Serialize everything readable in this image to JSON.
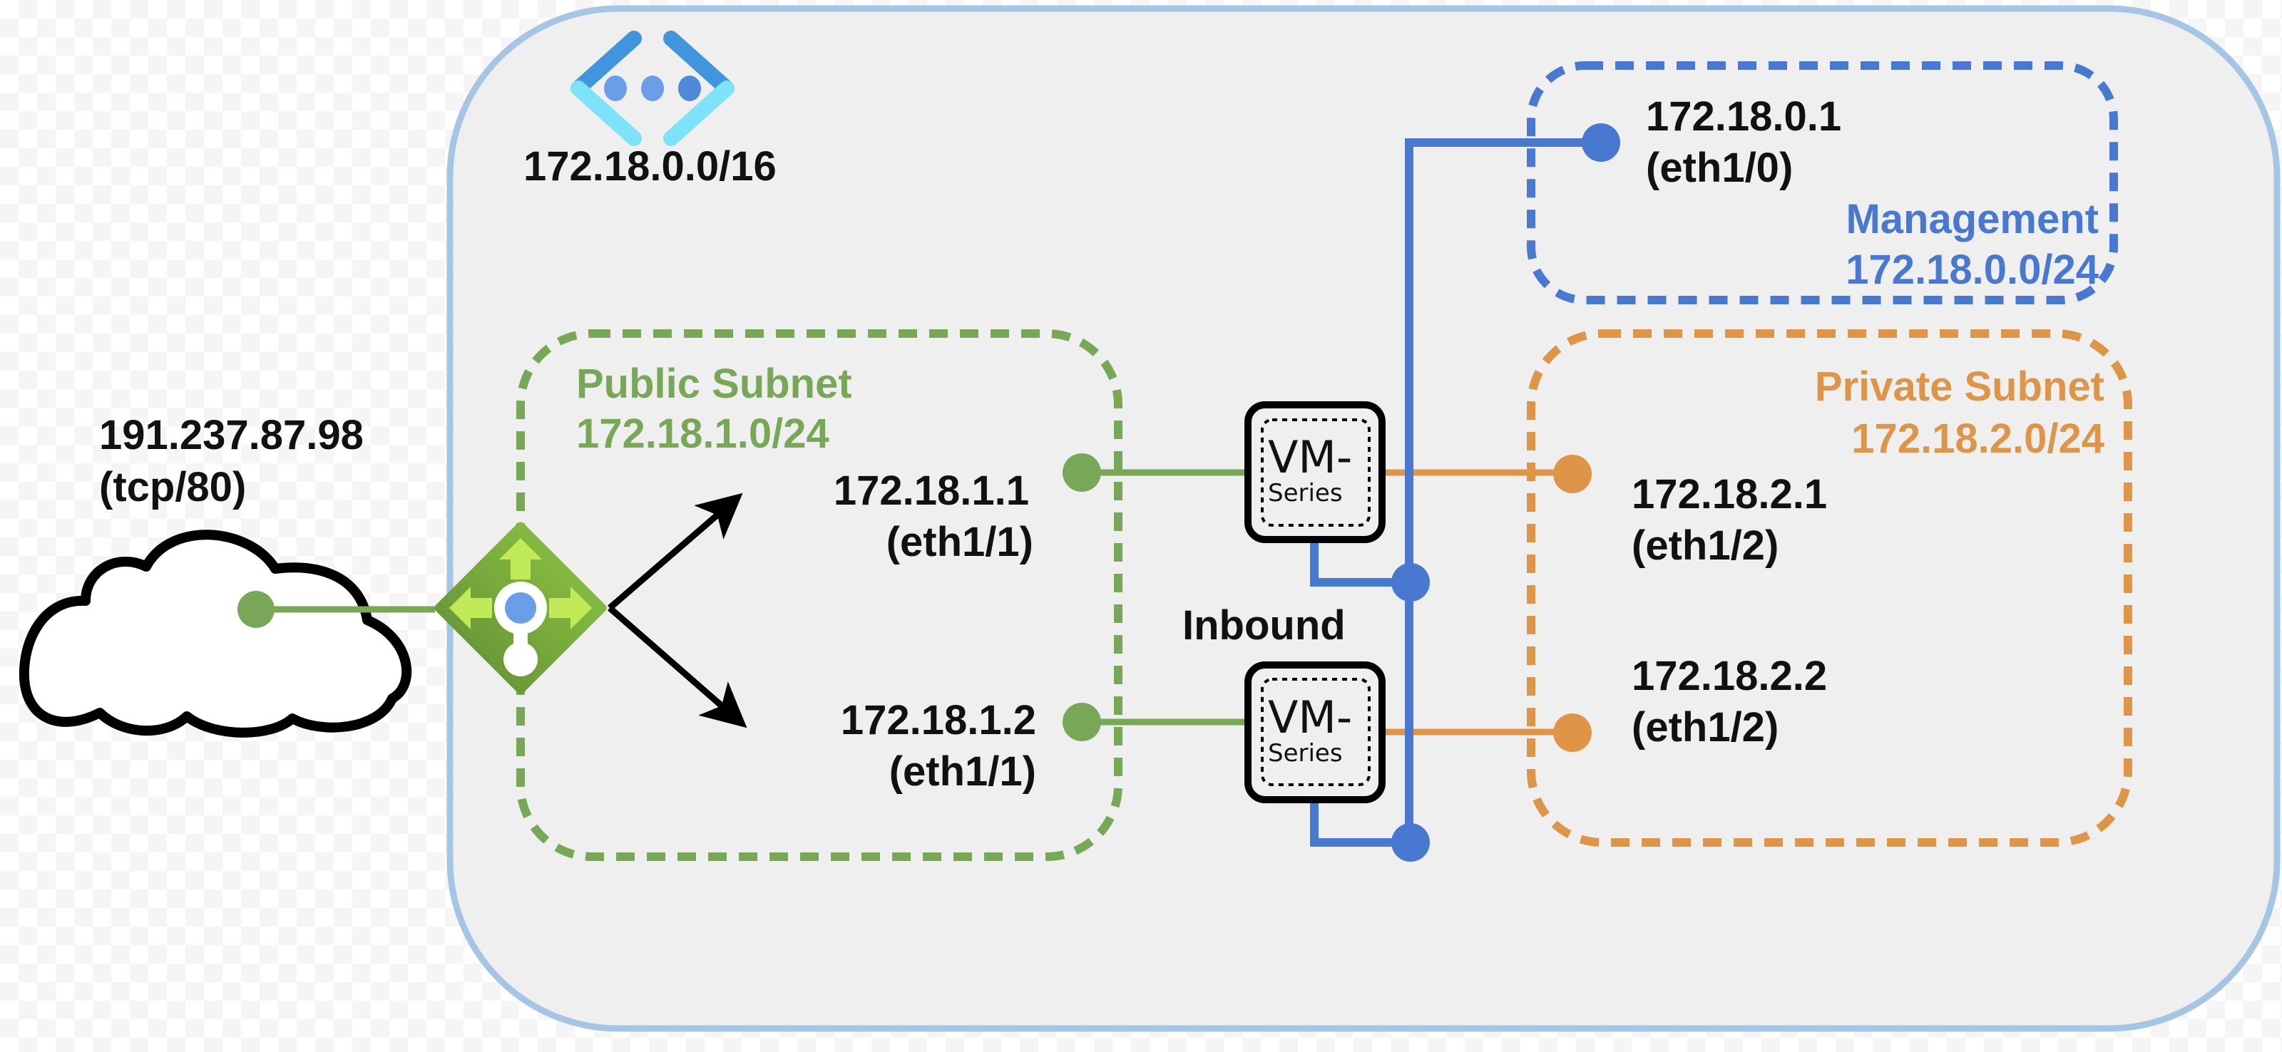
{
  "colors": {
    "vnet_border": "#a6c5e4",
    "vnet_fill": "#efefef",
    "public": "#78a857",
    "private": "#df9548",
    "management": "#4878d0",
    "text": "#111111",
    "lb_dark": "#78a840",
    "lb_light": "#c0ea58",
    "icon_dark": "#4195dc",
    "icon_light": "#7ee3f9",
    "icon_dots": "#6a9ee6"
  },
  "vnet": {
    "icon": "virtual-network-icon",
    "cidr": "172.18.0.0/16"
  },
  "internet": {
    "icon": "cloud-icon",
    "ip": "191.237.87.98",
    "port": "(tcp/80)"
  },
  "load_balancer": {
    "icon": "load-balancer-icon"
  },
  "management": {
    "title": "Management",
    "cidr": "172.18.0.0/24",
    "interface": {
      "ip": "172.18.0.1",
      "port": "(eth1/0)"
    }
  },
  "public_subnet": {
    "title": "Public Subnet",
    "cidr": "172.18.1.0/24",
    "interfaces": [
      {
        "ip": "172.18.1.1",
        "port": "(eth1/1)"
      },
      {
        "ip": "172.18.1.2",
        "port": "(eth1/1)"
      }
    ]
  },
  "private_subnet": {
    "title": "Private Subnet",
    "cidr": "172.18.2.0/24",
    "interfaces": [
      {
        "ip": "172.18.2.1",
        "port": "(eth1/2)"
      },
      {
        "ip": "172.18.2.2",
        "port": "(eth1/2)"
      }
    ]
  },
  "firewalls": [
    {
      "line1": "VM-",
      "line2": "Series"
    },
    {
      "line1": "VM-",
      "line2": "Series"
    }
  ],
  "traffic_label": "Inbound"
}
